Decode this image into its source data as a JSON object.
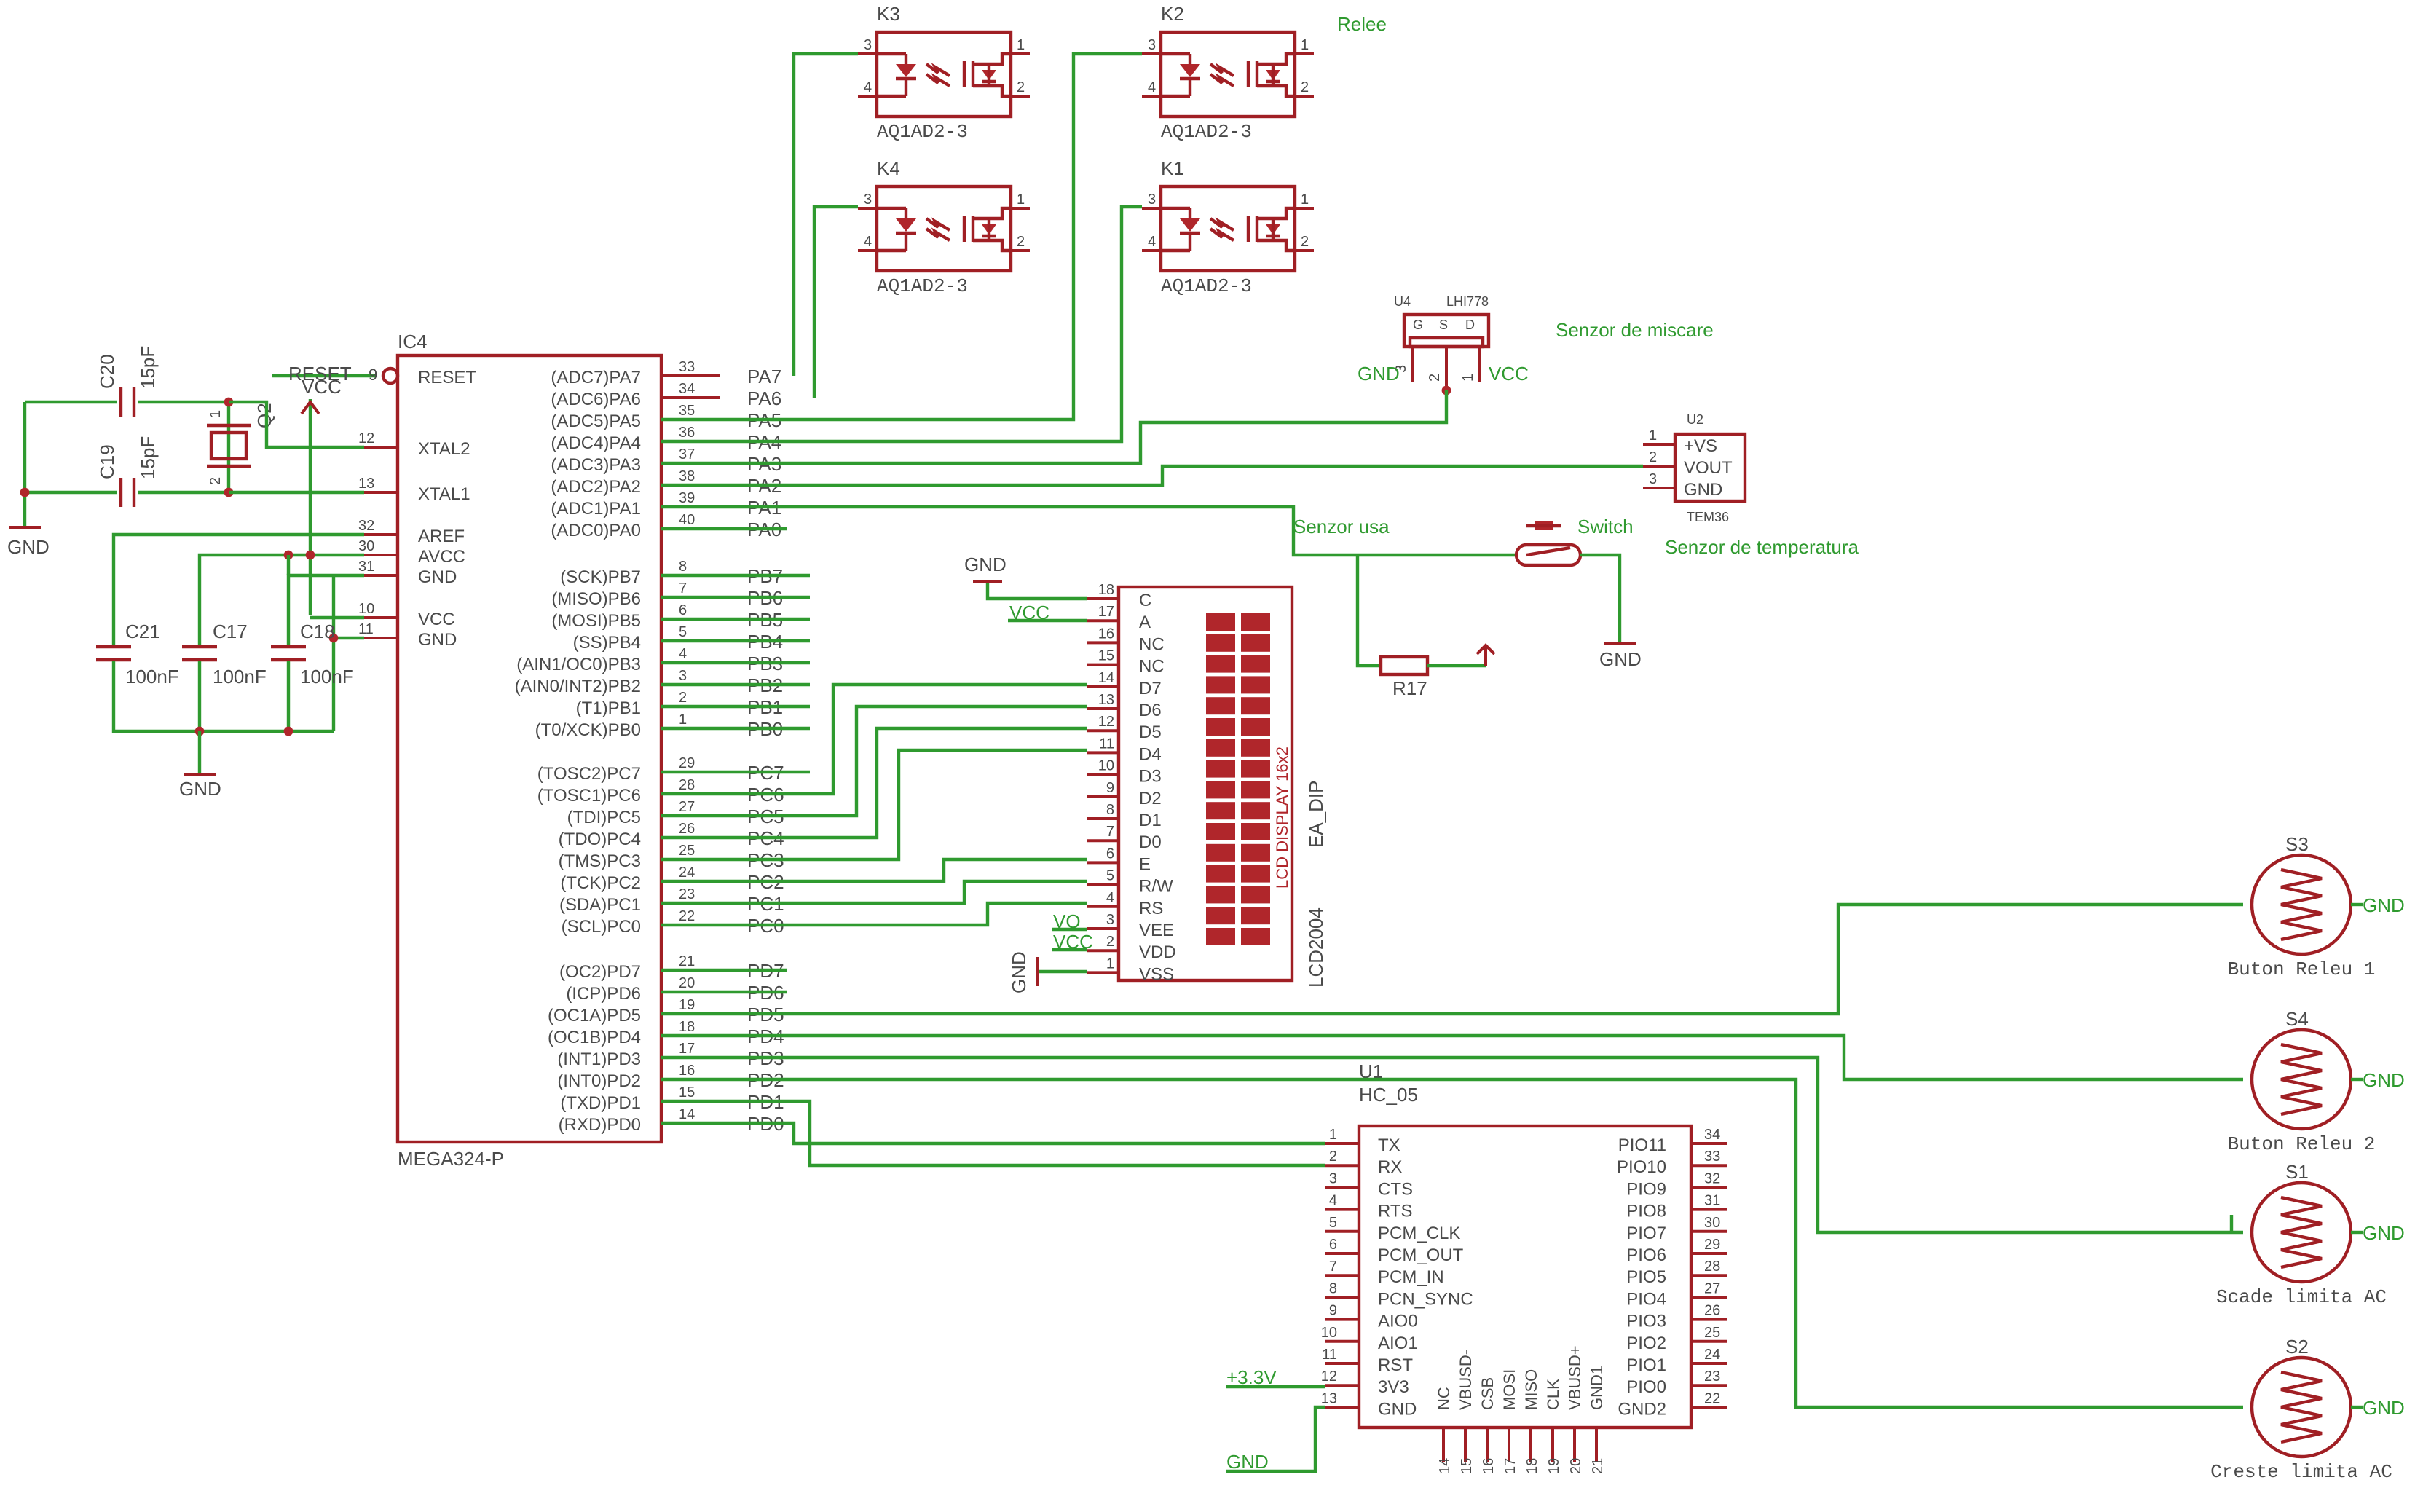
{
  "relays": {
    "title": "Relee",
    "k3": {
      "ref": "K3",
      "value": "AQ1AD2-3"
    },
    "k2": {
      "ref": "K2",
      "value": "AQ1AD2-3"
    },
    "k4": {
      "ref": "K4",
      "value": "AQ1AD2-3"
    },
    "k1": {
      "ref": "K1",
      "value": "AQ1AD2-3"
    },
    "pins": {
      "p1": "1",
      "p2": "2",
      "p3": "3",
      "p4": "4"
    }
  },
  "mcu": {
    "ref": "IC4",
    "value": "MEGA324-P",
    "left_pins": [
      {
        "num": "9",
        "name": "RESET"
      },
      {
        "num": "12",
        "name": "XTAL2"
      },
      {
        "num": "13",
        "name": "XTAL1"
      },
      {
        "num": "32",
        "name": "AREF"
      },
      {
        "num": "30",
        "name": "AVCC"
      },
      {
        "num": "31",
        "name": "GND"
      },
      {
        "num": "10",
        "name": "VCC"
      },
      {
        "num": "11",
        "name": "GND"
      }
    ],
    "right_pins": [
      {
        "num": "33",
        "name": "(ADC7)PA7",
        "net": "PA7"
      },
      {
        "num": "34",
        "name": "(ADC6)PA6",
        "net": "PA6"
      },
      {
        "num": "35",
        "name": "(ADC5)PA5",
        "net": "PA5"
      },
      {
        "num": "36",
        "name": "(ADC4)PA4",
        "net": "PA4"
      },
      {
        "num": "37",
        "name": "(ADC3)PA3",
        "net": "PA3"
      },
      {
        "num": "38",
        "name": "(ADC2)PA2",
        "net": "PA2"
      },
      {
        "num": "39",
        "name": "(ADC1)PA1",
        "net": "PA1"
      },
      {
        "num": "40",
        "name": "(ADC0)PA0",
        "net": "PA0"
      },
      {
        "num": "8",
        "name": "(SCK)PB7",
        "net": "PB7"
      },
      {
        "num": "7",
        "name": "(MISO)PB6",
        "net": "PB6"
      },
      {
        "num": "6",
        "name": "(MOSI)PB5",
        "net": "PB5"
      },
      {
        "num": "5",
        "name": "(SS)PB4",
        "net": "PB4"
      },
      {
        "num": "4",
        "name": "(AIN1/OC0)PB3",
        "net": "PB3"
      },
      {
        "num": "3",
        "name": "(AIN0/INT2)PB2",
        "net": "PB2"
      },
      {
        "num": "2",
        "name": "(T1)PB1",
        "net": "PB1"
      },
      {
        "num": "1",
        "name": "(T0/XCK)PB0",
        "net": "PB0"
      },
      {
        "num": "29",
        "name": "(TOSC2)PC7",
        "net": "PC7"
      },
      {
        "num": "28",
        "name": "(TOSC1)PC6",
        "net": "PC6"
      },
      {
        "num": "27",
        "name": "(TDI)PC5",
        "net": "PC5"
      },
      {
        "num": "26",
        "name": "(TDO)PC4",
        "net": "PC4"
      },
      {
        "num": "25",
        "name": "(TMS)PC3",
        "net": "PC3"
      },
      {
        "num": "24",
        "name": "(TCK)PC2",
        "net": "PC2"
      },
      {
        "num": "23",
        "name": "(SDA)PC1",
        "net": "PC1"
      },
      {
        "num": "22",
        "name": "(SCL)PC0",
        "net": "PC0"
      },
      {
        "num": "21",
        "name": "(OC2)PD7",
        "net": "PD7"
      },
      {
        "num": "20",
        "name": "(ICP)PD6",
        "net": "PD6"
      },
      {
        "num": "19",
        "name": "(OC1A)PD5",
        "net": "PD5"
      },
      {
        "num": "18",
        "name": "(OC1B)PD4",
        "net": "PD4"
      },
      {
        "num": "17",
        "name": "(INT1)PD3",
        "net": "PD3"
      },
      {
        "num": "16",
        "name": "(INT0)PD2",
        "net": "PD2"
      },
      {
        "num": "15",
        "name": "(TXD)PD1",
        "net": "PD1"
      },
      {
        "num": "14",
        "name": "(RXD)PD0",
        "net": "PD0"
      }
    ]
  },
  "crystal": {
    "ref": "Q2",
    "pin1": "1",
    "pin2": "2"
  },
  "caps": {
    "c20": {
      "ref": "C20",
      "value": "15pF"
    },
    "c19": {
      "ref": "C19",
      "value": "15pF"
    },
    "c21": {
      "ref": "C21",
      "value": "100nF"
    },
    "c17": {
      "ref": "C17",
      "value": "100nF"
    },
    "c18": {
      "ref": "C18",
      "value": "100nF"
    }
  },
  "nets": {
    "gnd": "GND",
    "vcc": "VCC",
    "reset": "RESET",
    "v33": "+3.3V",
    "vo": "VO"
  },
  "motion": {
    "ref": "U4",
    "value": "LHI778",
    "title": "Senzor de miscare",
    "pin_labels": [
      "G",
      "S",
      "D"
    ],
    "pins": [
      "3",
      "2",
      "1"
    ]
  },
  "temp": {
    "ref": "U2",
    "value": "TEM36",
    "title": "Senzor de temperatura",
    "pins": [
      {
        "num": "1",
        "name": "+VS"
      },
      {
        "num": "2",
        "name": "VOUT"
      },
      {
        "num": "3",
        "name": "GND"
      }
    ]
  },
  "door": {
    "title": "Senzor usa",
    "switch_label": "Switch",
    "resistor": "R17"
  },
  "lcd": {
    "ref": "LCD2004",
    "value": "EA_DIP",
    "label": "LCD DISPLAY 16x2",
    "pins": [
      {
        "num": "18",
        "name": "C"
      },
      {
        "num": "17",
        "name": "A"
      },
      {
        "num": "16",
        "name": "NC"
      },
      {
        "num": "15",
        "name": "NC"
      },
      {
        "num": "14",
        "name": "D7"
      },
      {
        "num": "13",
        "name": "D6"
      },
      {
        "num": "12",
        "name": "D5"
      },
      {
        "num": "11",
        "name": "D4"
      },
      {
        "num": "10",
        "name": "D3"
      },
      {
        "num": "9",
        "name": "D2"
      },
      {
        "num": "8",
        "name": "D1"
      },
      {
        "num": "7",
        "name": "D0"
      },
      {
        "num": "6",
        "name": "E"
      },
      {
        "num": "5",
        "name": "R/W"
      },
      {
        "num": "4",
        "name": "RS"
      },
      {
        "num": "3",
        "name": "VEE"
      },
      {
        "num": "2",
        "name": "VDD"
      },
      {
        "num": "1",
        "name": "VSS"
      }
    ]
  },
  "bt": {
    "ref": "U1",
    "value": "HC_05",
    "left_pins": [
      {
        "num": "1",
        "name": "TX"
      },
      {
        "num": "2",
        "name": "RX"
      },
      {
        "num": "3",
        "name": "CTS"
      },
      {
        "num": "4",
        "name": "RTS"
      },
      {
        "num": "5",
        "name": "PCM_CLK"
      },
      {
        "num": "6",
        "name": "PCM_OUT"
      },
      {
        "num": "7",
        "name": "PCM_IN"
      },
      {
        "num": "8",
        "name": "PCN_SYNC"
      },
      {
        "num": "9",
        "name": "AIO0"
      },
      {
        "num": "10",
        "name": "AIO1"
      },
      {
        "num": "11",
        "name": "RST"
      },
      {
        "num": "12",
        "name": "3V3"
      },
      {
        "num": "13",
        "name": "GND"
      }
    ],
    "right_pins": [
      {
        "num": "34",
        "name": "PIO11"
      },
      {
        "num": "33",
        "name": "PIO10"
      },
      {
        "num": "32",
        "name": "PIO9"
      },
      {
        "num": "31",
        "name": "PIO8"
      },
      {
        "num": "30",
        "name": "PIO7"
      },
      {
        "num": "29",
        "name": "PIO6"
      },
      {
        "num": "28",
        "name": "PIO5"
      },
      {
        "num": "27",
        "name": "PIO4"
      },
      {
        "num": "26",
        "name": "PIO3"
      },
      {
        "num": "25",
        "name": "PIO2"
      },
      {
        "num": "24",
        "name": "PIO1"
      },
      {
        "num": "23",
        "name": "PIO0"
      },
      {
        "num": "22",
        "name": "GND2"
      }
    ],
    "bottom_pins": [
      {
        "num": "14",
        "name": "NC"
      },
      {
        "num": "15",
        "name": "VBUSD-"
      },
      {
        "num": "16",
        "name": "CSB"
      },
      {
        "num": "17",
        "name": "MOSI"
      },
      {
        "num": "18",
        "name": "MISO"
      },
      {
        "num": "19",
        "name": "CLK"
      },
      {
        "num": "20",
        "name": "VBUSD+"
      },
      {
        "num": "21",
        "name": "GND1"
      }
    ]
  },
  "buttons": {
    "s3": {
      "ref": "S3",
      "value": "Buton Releu 1"
    },
    "s4": {
      "ref": "S4",
      "value": "Buton Releu 2"
    },
    "s1": {
      "ref": "S1",
      "value": "Scade limita AC"
    },
    "s2": {
      "ref": "S2",
      "value": "Creste limita AC"
    }
  }
}
